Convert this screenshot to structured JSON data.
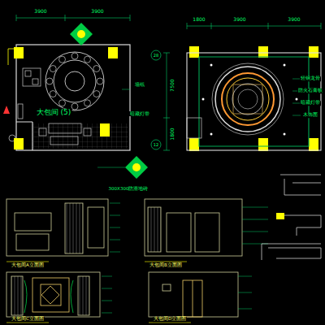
{
  "diagram": {
    "labels": [
      "3900",
      "3900",
      "1800",
      "3900",
      "3900",
      "大包间 (5)",
      "墙纸",
      "暗藏灯带",
      "300X300防滑地砖",
      "28",
      "12",
      "7500",
      "1800",
      "轻钢龙骨",
      "防火石膏板",
      "暗藏灯带",
      "木饰面",
      "大包间A立面图",
      "大包间B立面图",
      "大包间C立面图",
      "大包间D立面图"
    ]
  }
}
